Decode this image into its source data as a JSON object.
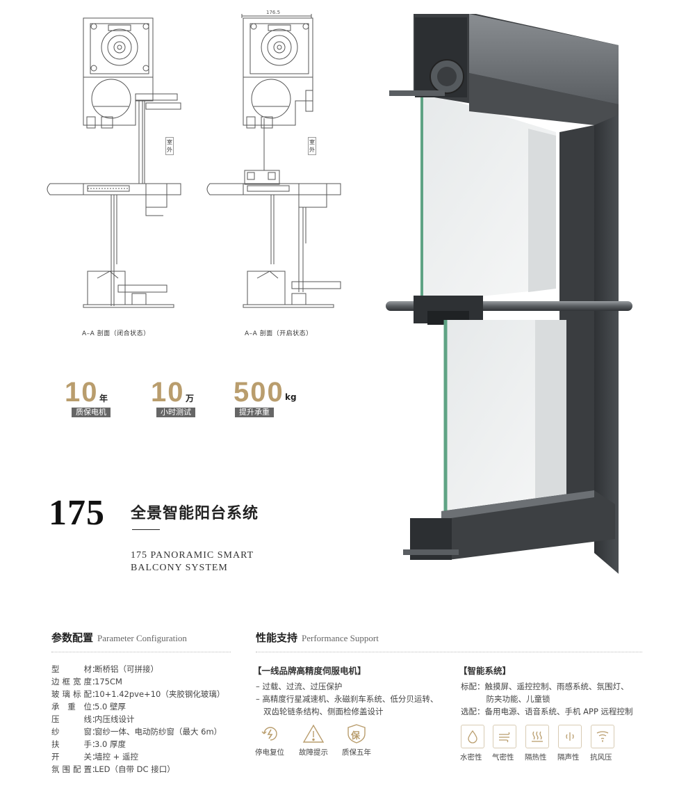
{
  "drawings": {
    "left_caption": "A–A 剖面（闭合状态）",
    "right_caption": "A–A 剖面（开启状态）",
    "dimension": "176.5",
    "side_label": "室外"
  },
  "stats": [
    {
      "number": "10",
      "unit": "年",
      "tag": "质保电机"
    },
    {
      "number": "10",
      "unit": "万",
      "tag": "小时测试"
    },
    {
      "number": "500",
      "unit": "kg",
      "tag": "提升承重"
    }
  ],
  "title": {
    "model": "175",
    "cn": "全景智能阳台系统",
    "en_line1": "175 PANORAMIC SMART",
    "en_line2": "BALCONY SYSTEM"
  },
  "params": {
    "heading_cn": "参数配置",
    "heading_en": "Parameter Configuration",
    "rows": [
      {
        "label": "型材",
        "value": "断桥铝（可拼接）"
      },
      {
        "label": "边框宽度",
        "value": "175CM"
      },
      {
        "label": "玻璃标配",
        "value": "10+1.42pve+10（夹胶钢化玻璃）"
      },
      {
        "label": "承重位",
        "value": "5.0 壁厚"
      },
      {
        "label": "压线",
        "value": "内压线设计"
      },
      {
        "label": "纱窗",
        "value": "窗纱一体、电动防纱窗（最大 6m）"
      },
      {
        "label": "扶手",
        "value": "3.0 厚度"
      },
      {
        "label": "开关",
        "value": "墙控 + 遥控"
      },
      {
        "label": "氛围配置",
        "value": "LED（自带 DC 接口）"
      }
    ]
  },
  "performance": {
    "heading_cn": "性能支持",
    "heading_en": "Performance Support",
    "motor": {
      "title": "【一线品牌高精度伺服电机】",
      "lines": [
        "– 过载、过流、过压保护",
        "– 高精度行星减速机、永磁刹车系统、低分贝运转、",
        "   双齿轮链条结构、侧面检修盖设计"
      ],
      "icons": [
        {
          "label": "停电复位",
          "icon": "power-reset-icon"
        },
        {
          "label": "故障提示",
          "icon": "warning-icon"
        },
        {
          "label": "质保五年",
          "icon": "warranty-shield-icon",
          "glyph": "保"
        }
      ]
    },
    "smart": {
      "title": "【智能系统】",
      "lines": [
        "标配：触摸屏、遥控控制、雨感系统、氛围灯、",
        "          防夹功能、儿童锁",
        "选配：备用电源、语音系统、手机 APP 远程控制"
      ],
      "icons": [
        {
          "label": "水密性",
          "icon": "water-drop-icon"
        },
        {
          "label": "气密性",
          "icon": "air-flow-icon"
        },
        {
          "label": "隔热性",
          "icon": "heat-icon"
        },
        {
          "label": "隔声性",
          "icon": "sound-icon"
        },
        {
          "label": "抗风压",
          "icon": "wind-pressure-icon"
        }
      ]
    }
  },
  "colors": {
    "accent": "#b99d6d",
    "tag_bg": "#666666",
    "frame": "#3d4043"
  }
}
